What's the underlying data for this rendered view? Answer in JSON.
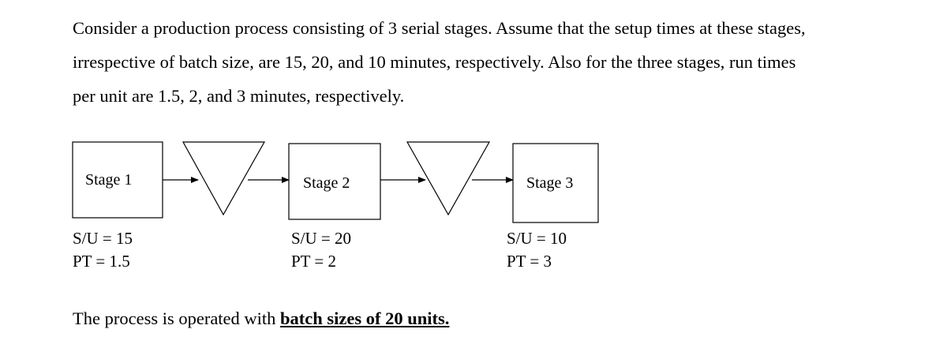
{
  "problem": {
    "lines": [
      "Consider a production process consisting of 3 serial stages.  Assume that the setup times at these stages,",
      "irrespective of batch size, are 15, 20, and 10 minutes, respectively.  Also for the three stages, run times",
      "per unit are 1.5, 2, and 3 minutes, respectively."
    ]
  },
  "stages": [
    {
      "label": "Stage 1",
      "setup": "S/U = 15",
      "process_time": "PT = 1.5"
    },
    {
      "label": "Stage 2",
      "setup": "S/U = 20",
      "process_time": "PT = 2"
    },
    {
      "label": "Stage 3",
      "setup": "S/U = 10",
      "process_time": "PT = 3"
    }
  ],
  "footer": {
    "prefix": "The process is operated with ",
    "emphasis": "batch sizes of 20 units."
  }
}
